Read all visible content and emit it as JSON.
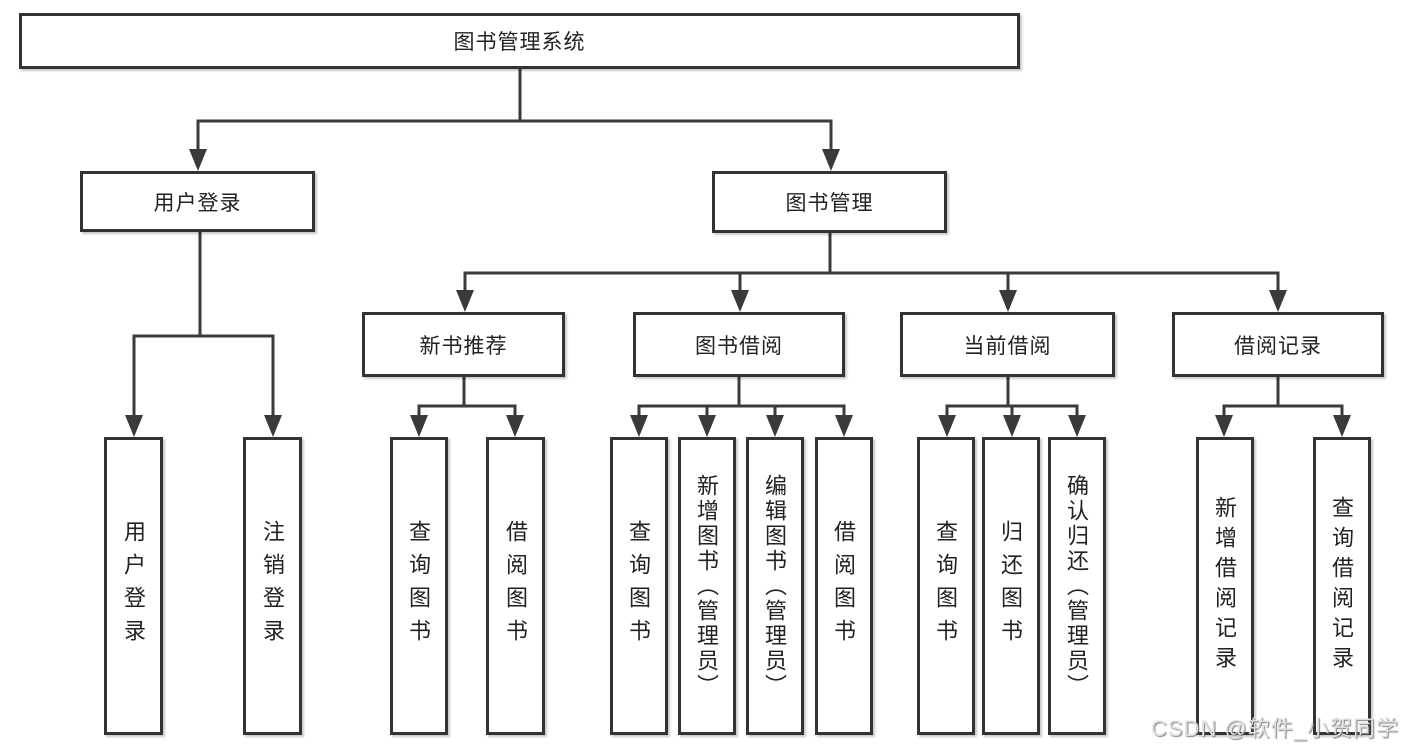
{
  "diagram": {
    "root": {
      "label": "图书管理系统"
    },
    "user_login": {
      "label": "用户登录",
      "children": [
        {
          "label": "用户登录"
        },
        {
          "label": "注销登录"
        }
      ]
    },
    "book_mgmt": {
      "label": "图书管理",
      "sections": [
        {
          "label": "新书推荐",
          "children": [
            {
              "label": "查询图书"
            },
            {
              "label": "借阅图书"
            }
          ]
        },
        {
          "label": "图书借阅",
          "children": [
            {
              "label": "查询图书"
            },
            {
              "label": "新增图书（管理员）"
            },
            {
              "label": "编辑图书（管理员）"
            },
            {
              "label": "借阅图书"
            }
          ]
        },
        {
          "label": "当前借阅",
          "children": [
            {
              "label": "查询图书"
            },
            {
              "label": "归还图书"
            },
            {
              "label": "确认归还（管理员）"
            }
          ]
        },
        {
          "label": "借阅记录",
          "children": [
            {
              "label": "新增借阅记录"
            },
            {
              "label": "查询借阅记录"
            }
          ]
        }
      ]
    }
  },
  "watermark": {
    "text": "CSDN @软件_小贺同学"
  },
  "colors": {
    "line": "#3a3a3a",
    "box_border": "#333333",
    "text": "#222222",
    "watermark": "#dedede"
  }
}
